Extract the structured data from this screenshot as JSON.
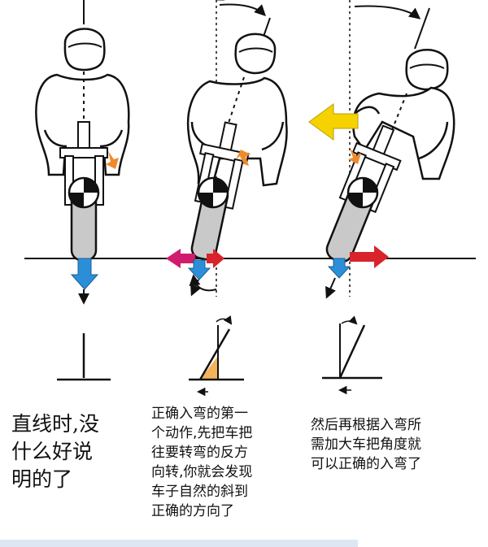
{
  "captions": {
    "straight": "直线时,没\n什么好说\n明的了",
    "countersteer": "正确入弯的第一\n个动作,先把车把\n往要转弯的反方\n向转,你就会发现\n车子自然的斜到\n正确的方向了",
    "lean": "然后再根据入弯所\n需加大车把角度就\n可以正确的入弯了"
  },
  "colors": {
    "outline": "#111111",
    "blue_arrow": "#2a8fd8",
    "orange_arrow": "#ef8a2c",
    "yellow_arrow": "#f5d200",
    "red_arrow": "#d8232a",
    "magenta_arrow": "#d01c6e",
    "angle_fill": "#f3b35a"
  },
  "icons": [
    "rider-figure",
    "wheel-hub-icon",
    "force-arrow-icon",
    "rotation-arrow-icon"
  ]
}
